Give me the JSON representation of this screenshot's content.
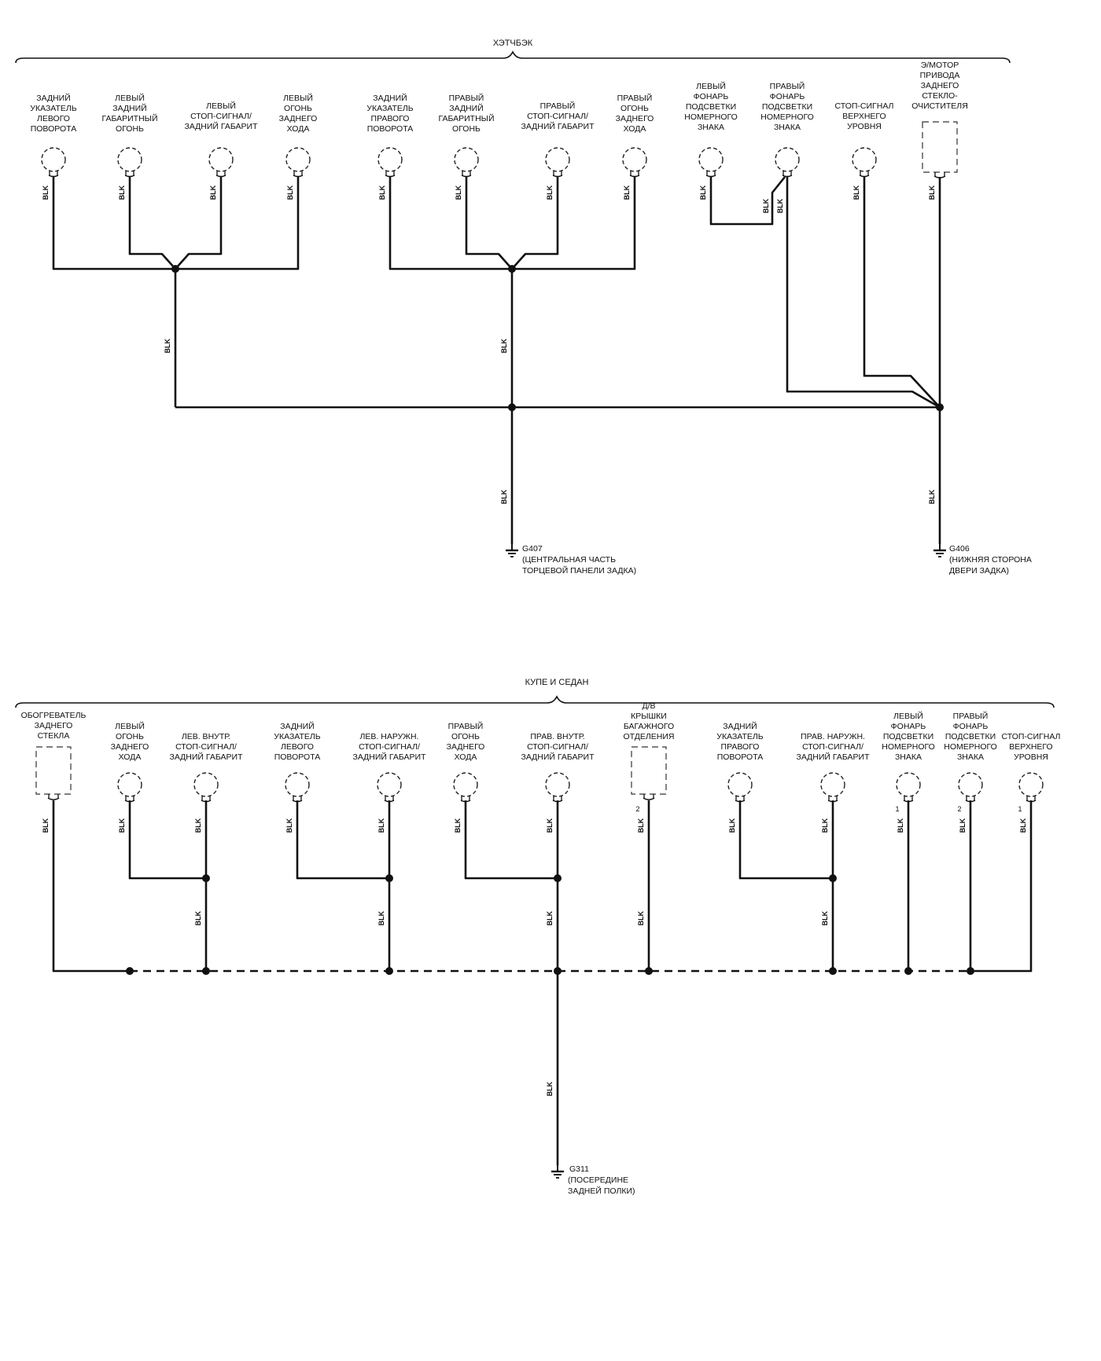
{
  "hatchback": {
    "title": "ХЭТЧБЭК",
    "components": [
      {
        "id": "h_lturn",
        "lines": [
          "ЗАДНИЙ",
          "УКАЗАТЕЛЬ",
          "ЛЕВОГО",
          "ПОВОРОТА"
        ],
        "wire": "BLK"
      },
      {
        "id": "h_lpark",
        "lines": [
          "ЛЕВЫЙ",
          "ЗАДНИЙ",
          "ГАБАРИТНЫЙ",
          "ОГОНЬ"
        ],
        "wire": "BLK"
      },
      {
        "id": "h_lstop",
        "lines": [
          "ЛЕВЫЙ",
          "СТОП-СИГНАЛ/",
          "ЗАДНИЙ ГАБАРИТ"
        ],
        "wire": "BLK"
      },
      {
        "id": "h_lrev",
        "lines": [
          "ЛЕВЫЙ",
          "ОГОНЬ",
          "ЗАДНЕГО",
          "ХОДА"
        ],
        "wire": "BLK"
      },
      {
        "id": "h_rturn",
        "lines": [
          "ЗАДНИЙ",
          "УКАЗАТЕЛЬ",
          "ПРАВОГО",
          "ПОВОРОТА"
        ],
        "wire": "BLK"
      },
      {
        "id": "h_rpark",
        "lines": [
          "ПРАВЫЙ",
          "ЗАДНИЙ",
          "ГАБАРИТНЫЙ",
          "ОГОНЬ"
        ],
        "wire": "BLK"
      },
      {
        "id": "h_rstop",
        "lines": [
          "ПРАВЫЙ",
          "СТОП-СИГНАЛ/",
          "ЗАДНИЙ ГАБАРИТ"
        ],
        "wire": "BLK"
      },
      {
        "id": "h_rrev",
        "lines": [
          "ПРАВЫЙ",
          "ОГОНЬ",
          "ЗАДНЕГО",
          "ХОДА"
        ],
        "wire": "BLK"
      },
      {
        "id": "h_llic",
        "lines": [
          "ЛЕВЫЙ",
          "ФОНАРЬ",
          "ПОДСВЕТКИ",
          "НОМЕРНОГО",
          "ЗНАКА"
        ],
        "wire": "BLK"
      },
      {
        "id": "h_rlic",
        "lines": [
          "ПРАВЫЙ",
          "ФОНАРЬ",
          "ПОДСВЕТКИ",
          "НОМЕРНОГО",
          "ЗНАКА"
        ],
        "wire": "BLK"
      },
      {
        "id": "h_hms",
        "lines": [
          "СТОП-СИГНАЛ",
          "ВЕРХНЕГО",
          "УРОВНЯ"
        ],
        "wire": "BLK"
      },
      {
        "id": "h_wiper",
        "lines": [
          "Э/МОТОР",
          "ПРИВОДА",
          "ЗАДНЕГО",
          "СТЕКЛО-",
          "ОЧИСТИТЕЛЯ"
        ],
        "wire": "BLK"
      }
    ],
    "bus_wire": "BLK",
    "ground1": {
      "code": "G407",
      "lines": [
        "(ЦЕНТРАЛЬНАЯ ЧАСТЬ",
        "ТОРЦЕВОЙ ПАНЕЛИ ЗАДКА)"
      ],
      "wire": "BLK"
    },
    "ground2": {
      "code": "G406",
      "lines": [
        "(НИЖНЯЯ СТОРОНА",
        "ДВЕРИ ЗАДКА)"
      ],
      "wire": "BLK"
    }
  },
  "coupe_sedan": {
    "title": "КУПЕ И СЕДАН",
    "components": [
      {
        "id": "c_defog",
        "lines": [
          "ОБОГРЕВАТЕЛЬ",
          "ЗАДНЕГО",
          "СТЕКЛА"
        ],
        "wire": "BLK",
        "pin": ""
      },
      {
        "id": "c_lrev",
        "lines": [
          "ЛЕВЫЙ",
          "ОГОНЬ",
          "ЗАДНЕГО",
          "ХОДА"
        ],
        "wire": "BLK",
        "pin": ""
      },
      {
        "id": "c_linstop",
        "lines": [
          "ЛЕВ. ВНУТР.",
          "СТОП-СИГНАЛ/",
          "ЗАДНИЙ ГАБАРИТ"
        ],
        "wire": "BLK",
        "pin": ""
      },
      {
        "id": "c_lturn",
        "lines": [
          "ЗАДНИЙ",
          "УКАЗАТЕЛЬ",
          "ЛЕВОГО",
          "ПОВОРОТА"
        ],
        "wire": "BLK",
        "pin": ""
      },
      {
        "id": "c_loutstop",
        "lines": [
          "ЛЕВ. НАРУЖН.",
          "СТОП-СИГНАЛ/",
          "ЗАДНИЙ ГАБАРИТ"
        ],
        "wire": "BLK",
        "pin": ""
      },
      {
        "id": "c_rrev",
        "lines": [
          "ПРАВЫЙ",
          "ОГОНЬ",
          "ЗАДНЕГО",
          "ХОДА"
        ],
        "wire": "BLK",
        "pin": ""
      },
      {
        "id": "c_rinstop",
        "lines": [
          "ПРАВ. ВНУТР.",
          "СТОП-СИГНАЛ/",
          "ЗАДНИЙ ГАБАРИТ"
        ],
        "wire": "BLK",
        "pin": ""
      },
      {
        "id": "c_trunk",
        "lines": [
          "Д/В",
          "КРЫШКИ",
          "БАГАЖНОГО",
          "ОТДЕЛЕНИЯ"
        ],
        "wire": "BLK",
        "pin": "2"
      },
      {
        "id": "c_rturn",
        "lines": [
          "ЗАДНИЙ",
          "УКАЗАТЕЛЬ",
          "ПРАВОГО",
          "ПОВОРОТА"
        ],
        "wire": "BLK",
        "pin": ""
      },
      {
        "id": "c_routstop",
        "lines": [
          "ПРАВ. НАРУЖН.",
          "СТОП-СИГНАЛ/",
          "ЗАДНИЙ ГАБАРИТ"
        ],
        "wire": "BLK",
        "pin": ""
      },
      {
        "id": "c_llic",
        "lines": [
          "ЛЕВЫЙ",
          "ФОНАРЬ",
          "ПОДСВЕТКИ",
          "НОМЕРНОГО",
          "ЗНАКА"
        ],
        "wire": "BLK",
        "pin": "1"
      },
      {
        "id": "c_rlic",
        "lines": [
          "ПРАВЫЙ",
          "ФОНАРЬ",
          "ПОДСВЕТКИ",
          "НОМЕРНОГО",
          "ЗНАКА"
        ],
        "wire": "BLK",
        "pin": "2"
      },
      {
        "id": "c_hms",
        "lines": [
          "СТОП-СИГНАЛ",
          "ВЕРХНЕГО",
          "УРОВНЯ"
        ],
        "wire": "BLK",
        "pin": "1"
      }
    ],
    "branch_wire": "BLK",
    "ground": {
      "code": "G311",
      "lines": [
        "(ПОСЕРЕДИНЕ",
        "ЗАДНЕЙ ПОЛКИ)"
      ],
      "wire": "BLK"
    }
  }
}
